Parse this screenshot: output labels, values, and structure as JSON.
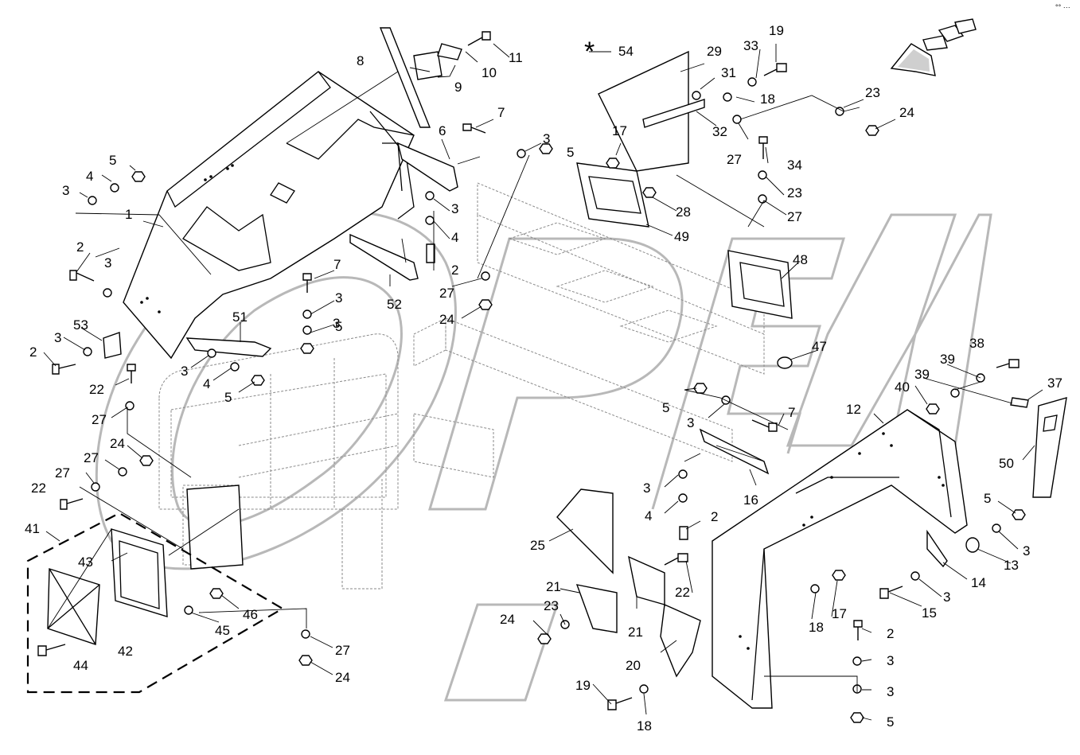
{
  "corner_mark": "°° ···",
  "star_symbol": "*",
  "labels": {
    "l1": "1",
    "l2a": "2",
    "l2b": "2",
    "l2c": "2",
    "l2d": "2",
    "l2e": "2",
    "l3a": "3",
    "l3b": "3",
    "l3c": "3",
    "l3d": "3",
    "l3e": "3",
    "l3f": "3",
    "l3g": "3",
    "l3h": "3",
    "l3i": "3",
    "l3j": "3",
    "l3k": "3",
    "l3l": "3",
    "l3m": "3",
    "l3n": "3",
    "l4a": "4",
    "l4b": "4",
    "l4c": "4",
    "l4d": "4",
    "l5a": "5",
    "l5b": "5",
    "l5c": "5",
    "l5d": "5",
    "l5e": "5",
    "l5f": "5",
    "l5g": "5",
    "l6": "6",
    "l7a": "7",
    "l7b": "7",
    "l7c": "7",
    "l8": "8",
    "l9": "9",
    "l10": "10",
    "l11": "11",
    "l12": "12",
    "l13": "13",
    "l14": "14",
    "l15": "15",
    "l16": "16",
    "l17a": "17",
    "l17b": "17",
    "l18a": "18",
    "l18b": "18",
    "l18c": "18",
    "l19a": "19",
    "l19b": "19",
    "l20": "20",
    "l21a": "21",
    "l21b": "21",
    "l22a": "22",
    "l22b": "22",
    "l22c": "22",
    "l23a": "23",
    "l23b": "23",
    "l23c": "23",
    "l24a": "24",
    "l24b": "24",
    "l24c": "24",
    "l24d": "24",
    "l24e": "24",
    "l25": "25",
    "l27a": "27",
    "l27b": "27",
    "l27c": "27",
    "l27d": "27",
    "l27e": "27",
    "l27f": "27",
    "l27g": "27",
    "l28": "28",
    "l29": "29",
    "l31": "31",
    "l32": "32",
    "l33": "33",
    "l34": "34",
    "l37": "37",
    "l38": "38",
    "l39a": "39",
    "l39b": "39",
    "l40": "40",
    "l41": "41",
    "l42": "42",
    "l43": "43",
    "l44": "44",
    "l45": "45",
    "l46": "46",
    "l47": "47",
    "l48": "48",
    "l49": "49",
    "l50": "50",
    "l51": "51",
    "l52": "52",
    "l53": "53",
    "l54": "54"
  },
  "colors": {
    "ink": "#000000",
    "frame": "#8a8a8a",
    "watermark": "#b8b8b8",
    "background": "#ffffff"
  }
}
